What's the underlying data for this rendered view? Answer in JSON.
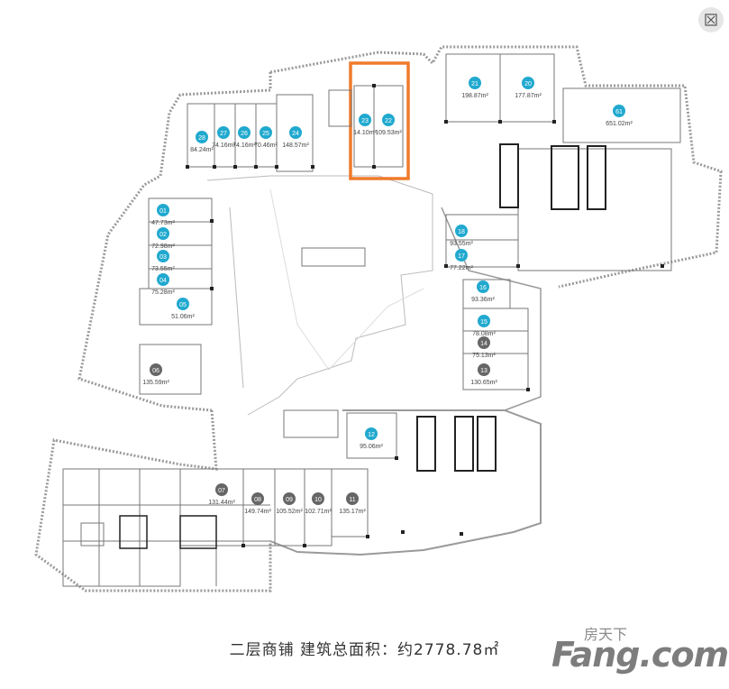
{
  "caption": "二层商铺  建筑总面积：约2778.78㎡",
  "watermark": {
    "cn": "房天下",
    "en": "Fang.com"
  },
  "colors": {
    "teal": "#21a9cf",
    "grey": "#666666",
    "highlight": "#f07a2c",
    "wall": "#555555"
  },
  "units": [
    {
      "id": "28",
      "area": "84.24m²",
      "color": "teal"
    },
    {
      "id": "27",
      "area": "74.16m²",
      "color": "teal"
    },
    {
      "id": "26",
      "area": "74.16m²",
      "color": "teal"
    },
    {
      "id": "25",
      "area": "70.46m²",
      "color": "teal"
    },
    {
      "id": "24",
      "area": "148.57m²",
      "color": "teal"
    },
    {
      "id": "23",
      "area": "14.10m²",
      "color": "teal"
    },
    {
      "id": "22",
      "area": "109.53m²",
      "color": "teal"
    },
    {
      "id": "21",
      "area": "198.87m²",
      "color": "teal"
    },
    {
      "id": "20",
      "area": "177.87m²",
      "color": "teal"
    },
    {
      "id": "61",
      "area": "651.02m²",
      "color": "teal"
    },
    {
      "id": "01",
      "area": "47.73m²",
      "color": "teal"
    },
    {
      "id": "02",
      "area": "72.98m²",
      "color": "teal"
    },
    {
      "id": "03",
      "area": "73.55m²",
      "color": "teal"
    },
    {
      "id": "04",
      "area": "75.28m²",
      "color": "teal"
    },
    {
      "id": "05",
      "area": "51.06m²",
      "color": "teal"
    },
    {
      "id": "06",
      "area": "135.59m²",
      "color": "grey"
    },
    {
      "id": "18",
      "area": "93.55m²",
      "color": "teal"
    },
    {
      "id": "17",
      "area": "77.22m²",
      "color": "teal"
    },
    {
      "id": "16",
      "area": "93.36m²",
      "color": "teal"
    },
    {
      "id": "15",
      "area": "78.08m²",
      "color": "teal"
    },
    {
      "id": "14",
      "area": "75.13m²",
      "color": "grey"
    },
    {
      "id": "13",
      "area": "130.65m²",
      "color": "grey"
    },
    {
      "id": "12",
      "area": "95.06m²",
      "color": "teal"
    },
    {
      "id": "07",
      "area": "131.44m²",
      "color": "grey"
    },
    {
      "id": "08",
      "area": "149.74m²",
      "color": "grey"
    },
    {
      "id": "09",
      "area": "105.52m²",
      "color": "grey"
    },
    {
      "id": "10",
      "area": "102.71m²",
      "color": "grey"
    },
    {
      "id": "11",
      "area": "135.17m²",
      "color": "grey"
    }
  ],
  "icons": {
    "close": "close-icon"
  }
}
